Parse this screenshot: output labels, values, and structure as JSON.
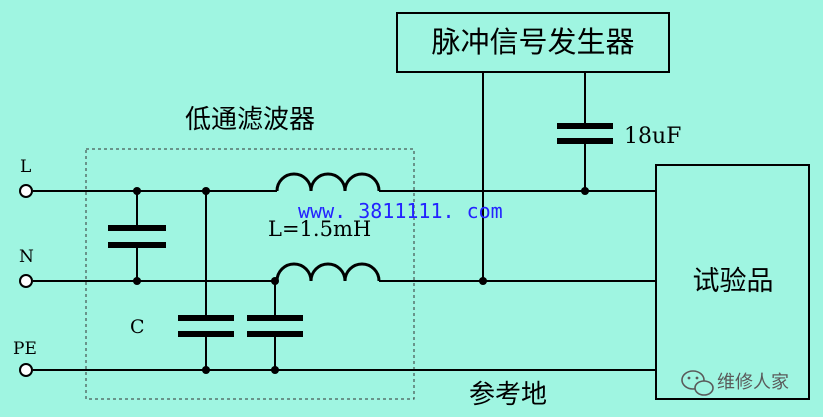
{
  "generator_label": "脉冲信号发生器",
  "filter_label": "低通滤波器",
  "capacitor_value": "18uF",
  "terminal_l": "L",
  "terminal_n": "N",
  "terminal_pe": "PE",
  "inductor_value": "L=1.5mH",
  "capacitor_c": "C",
  "watermark_url": "www. 3811111. com",
  "eut_label": "试验品",
  "ground_label": "参考地",
  "brand_text": "维修人家",
  "colors": {
    "background": "#9ff5e1",
    "line": "#000000",
    "url": "#2323ff"
  },
  "icons": [
    "wechat-icon"
  ]
}
